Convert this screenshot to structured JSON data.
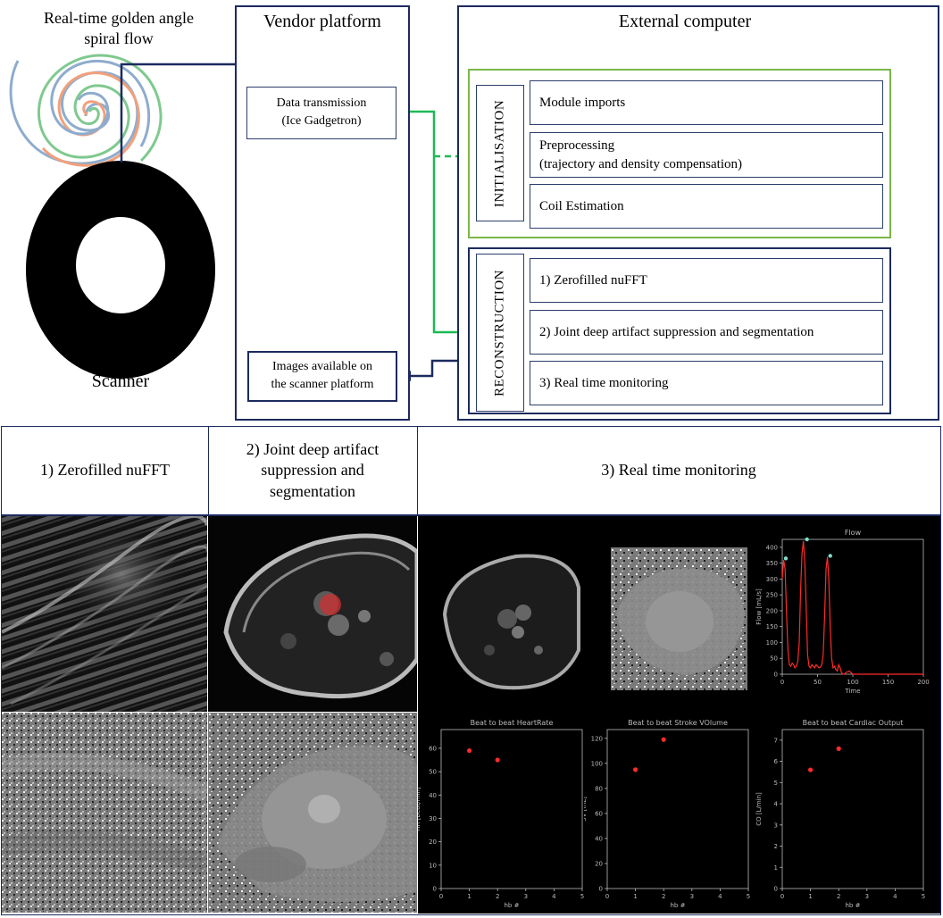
{
  "top": {
    "spiral_caption": "Real-time golden angle\nspiral flow",
    "scanner_label": "Scanner",
    "vendor_title": "Vendor platform",
    "data_transmission": "Data transmission\n(Ice Gadgetron)",
    "images_available": "Images available on\nthe scanner platform",
    "external_title": "External computer",
    "initialisation_label": "INITIALISATION",
    "reconstruction_label": "RECONSTRUCTION",
    "init_modules": [
      "Module imports",
      "Preprocessing\n(trajectory and density compensation)",
      "Coil Estimation"
    ],
    "recon_modules": [
      "1) Zerofilled nuFFT",
      "2) Joint deep artifact suppression and segmentation",
      "3) Real time monitoring"
    ]
  },
  "bottom": {
    "headers": [
      "1) Zerofilled nuFFT",
      "2) Joint deep artifact\nsuppression and\nsegmentation",
      "3) Real time monitoring"
    ]
  },
  "colors": {
    "navy": "#1c2a5e",
    "green": "#1db954",
    "init_border": "#7ab648",
    "recon_overlay": "#d03030",
    "plot_red": "#ff2a2a",
    "peak_marker": "#7fe0c8",
    "spiral_blue": "#8eaccd",
    "spiral_green": "#7fc98f",
    "spiral_orange": "#f2a07b"
  },
  "chart_data": [
    {
      "type": "line",
      "title": "Flow",
      "xlabel": "Time",
      "ylabel": "Flow [mL/s]",
      "xlim": [
        0,
        200
      ],
      "ylim": [
        0,
        425
      ],
      "xticks": [
        0,
        50,
        100,
        150,
        200
      ],
      "yticks": [
        0,
        50,
        100,
        150,
        200,
        250,
        300,
        350,
        400
      ],
      "series": [
        {
          "x": [
            0,
            2,
            4,
            6,
            8,
            10,
            12,
            14,
            16,
            18,
            20,
            22,
            24,
            26,
            28,
            30,
            32,
            34,
            36,
            38,
            40,
            42,
            44,
            46,
            48,
            50,
            52,
            54,
            56,
            58,
            60,
            62,
            64,
            66,
            68,
            70,
            72,
            74,
            76,
            78,
            80,
            82,
            84,
            86,
            88,
            90,
            95,
            100,
            150,
            200
          ],
          "y": [
            300,
            360,
            330,
            200,
            80,
            30,
            25,
            35,
            30,
            20,
            25,
            40,
            100,
            260,
            380,
            420,
            350,
            200,
            60,
            25,
            20,
            30,
            25,
            20,
            30,
            25,
            20,
            22,
            30,
            60,
            180,
            330,
            370,
            300,
            150,
            50,
            20,
            25,
            15,
            10,
            30,
            20,
            5,
            0,
            0,
            5,
            10,
            0,
            0,
            0
          ]
        }
      ],
      "peaks": [
        {
          "x": 5,
          "y": 365
        },
        {
          "x": 35,
          "y": 425
        },
        {
          "x": 68,
          "y": 373
        }
      ]
    },
    {
      "type": "scatter",
      "title": "Beat to beat HeartRate",
      "xlabel": "hb #",
      "ylabel": "HR [beat/min]",
      "xlim": [
        0,
        5
      ],
      "ylim": [
        0,
        68
      ],
      "xticks": [
        0,
        1,
        2,
        3,
        4,
        5
      ],
      "yticks": [
        0,
        10,
        20,
        30,
        40,
        50,
        60
      ],
      "x": [
        1,
        2
      ],
      "y": [
        59,
        55
      ]
    },
    {
      "type": "scatter",
      "title": "Beat to beat Stroke VOlume",
      "xlabel": "hb #",
      "ylabel": "SV [mL]",
      "xlim": [
        0,
        5
      ],
      "ylim": [
        0,
        127
      ],
      "xticks": [
        0,
        1,
        2,
        3,
        4,
        5
      ],
      "yticks": [
        0,
        20,
        40,
        60,
        80,
        100,
        120
      ],
      "x": [
        1,
        2
      ],
      "y": [
        95,
        119
      ]
    },
    {
      "type": "scatter",
      "title": "Beat to beat Cardiac Output",
      "xlabel": "hb #",
      "ylabel": "CO [L/min]",
      "xlim": [
        0,
        5
      ],
      "ylim": [
        0,
        7.5
      ],
      "xticks": [
        0,
        1,
        2,
        3,
        4,
        5
      ],
      "yticks": [
        0,
        1,
        2,
        3,
        4,
        5,
        6,
        7
      ],
      "x": [
        1,
        2
      ],
      "y": [
        5.6,
        6.6
      ]
    }
  ]
}
